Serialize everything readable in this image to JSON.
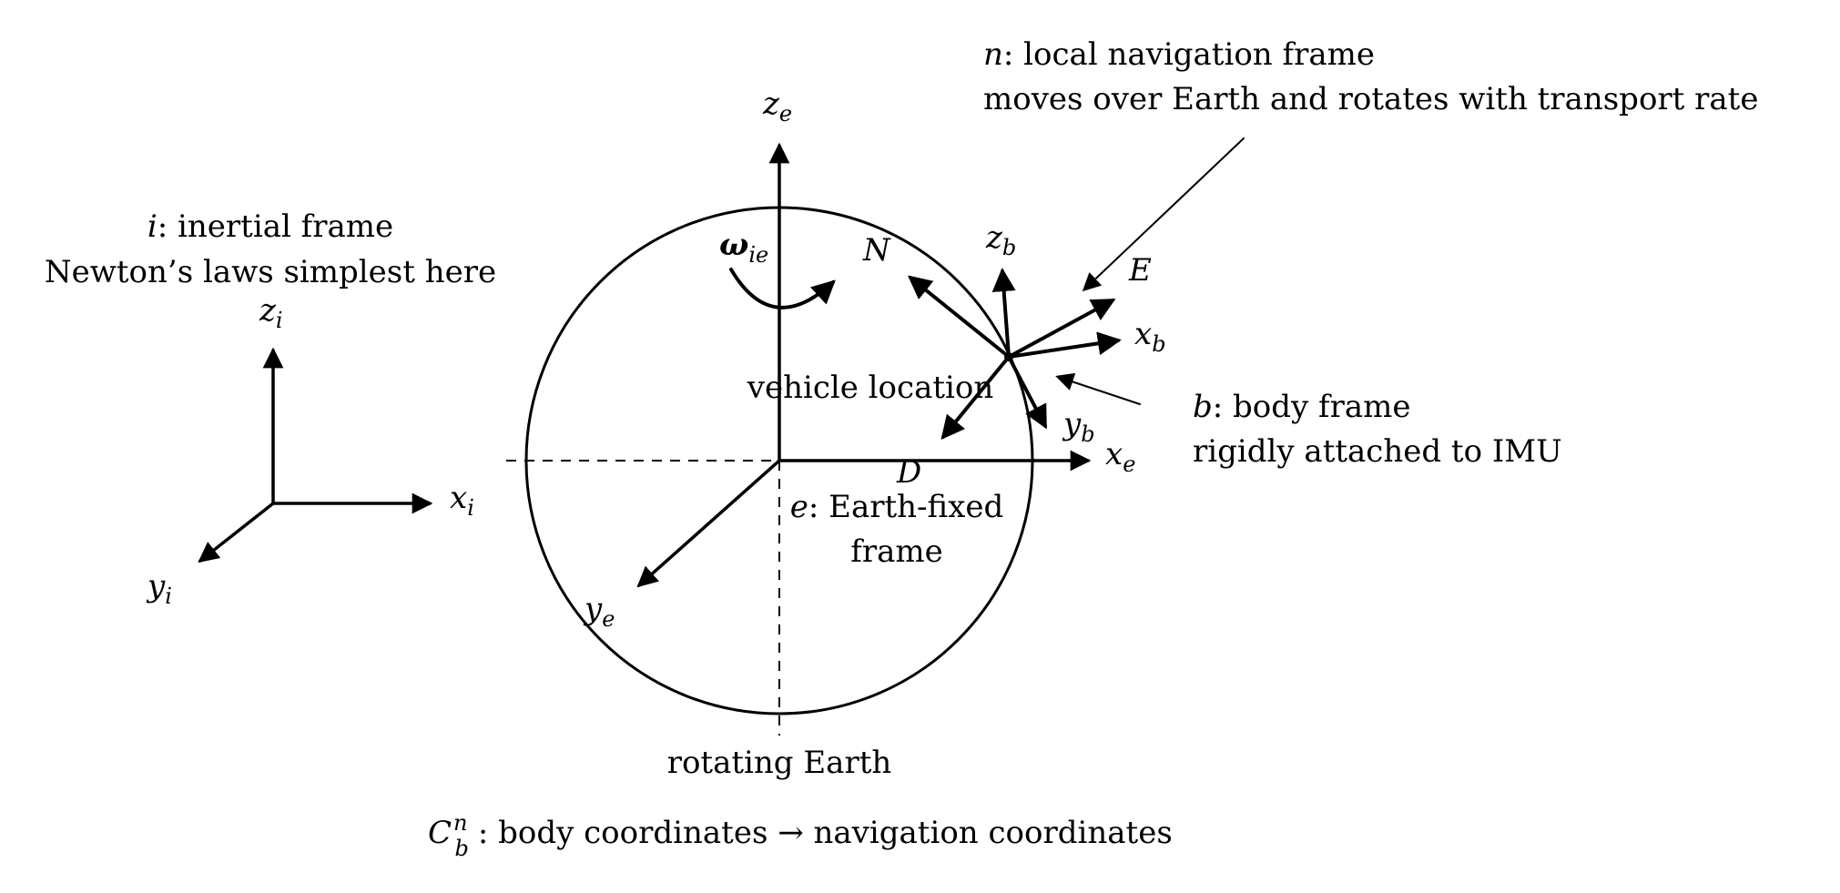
{
  "inertial": {
    "title": "i",
    "title_rest": ": inertial frame",
    "subtitle": "Newton’s laws simplest here",
    "axis_z": "z",
    "axis_z_sub": "i",
    "axis_x": "x",
    "axis_x_sub": "i",
    "axis_y": "y",
    "axis_y_sub": "i"
  },
  "earth": {
    "axis_z": "z",
    "axis_z_sub": "e",
    "axis_x": "x",
    "axis_x_sub": "e",
    "axis_y": "y",
    "axis_y_sub": "e",
    "omega": "ω",
    "omega_sub": "ie",
    "frame_label": "e",
    "frame_label_rest": ": Earth-fixed",
    "frame_label_line2": "frame",
    "rotating_label": "rotating Earth"
  },
  "vehicle": {
    "location_label": "vehicle location"
  },
  "navigation": {
    "title": "n",
    "title_rest": ": local navigation frame",
    "subtitle": "moves over Earth and rotates with transport rate",
    "north": "N",
    "east": "E",
    "down": "D"
  },
  "body": {
    "title": "b",
    "title_rest": ": body frame",
    "subtitle": "rigidly attached to IMU",
    "axis_z": "z",
    "axis_z_sub": "b",
    "axis_x": "x",
    "axis_x_sub": "b",
    "axis_y": "y",
    "axis_y_sub": "b"
  },
  "dcm": {
    "symbol": "C",
    "sup": "n",
    "sub": "b",
    "text": ": body coordinates → navigation coordinates"
  },
  "colors": {
    "ink": "#000000",
    "background": "#ffffff"
  }
}
